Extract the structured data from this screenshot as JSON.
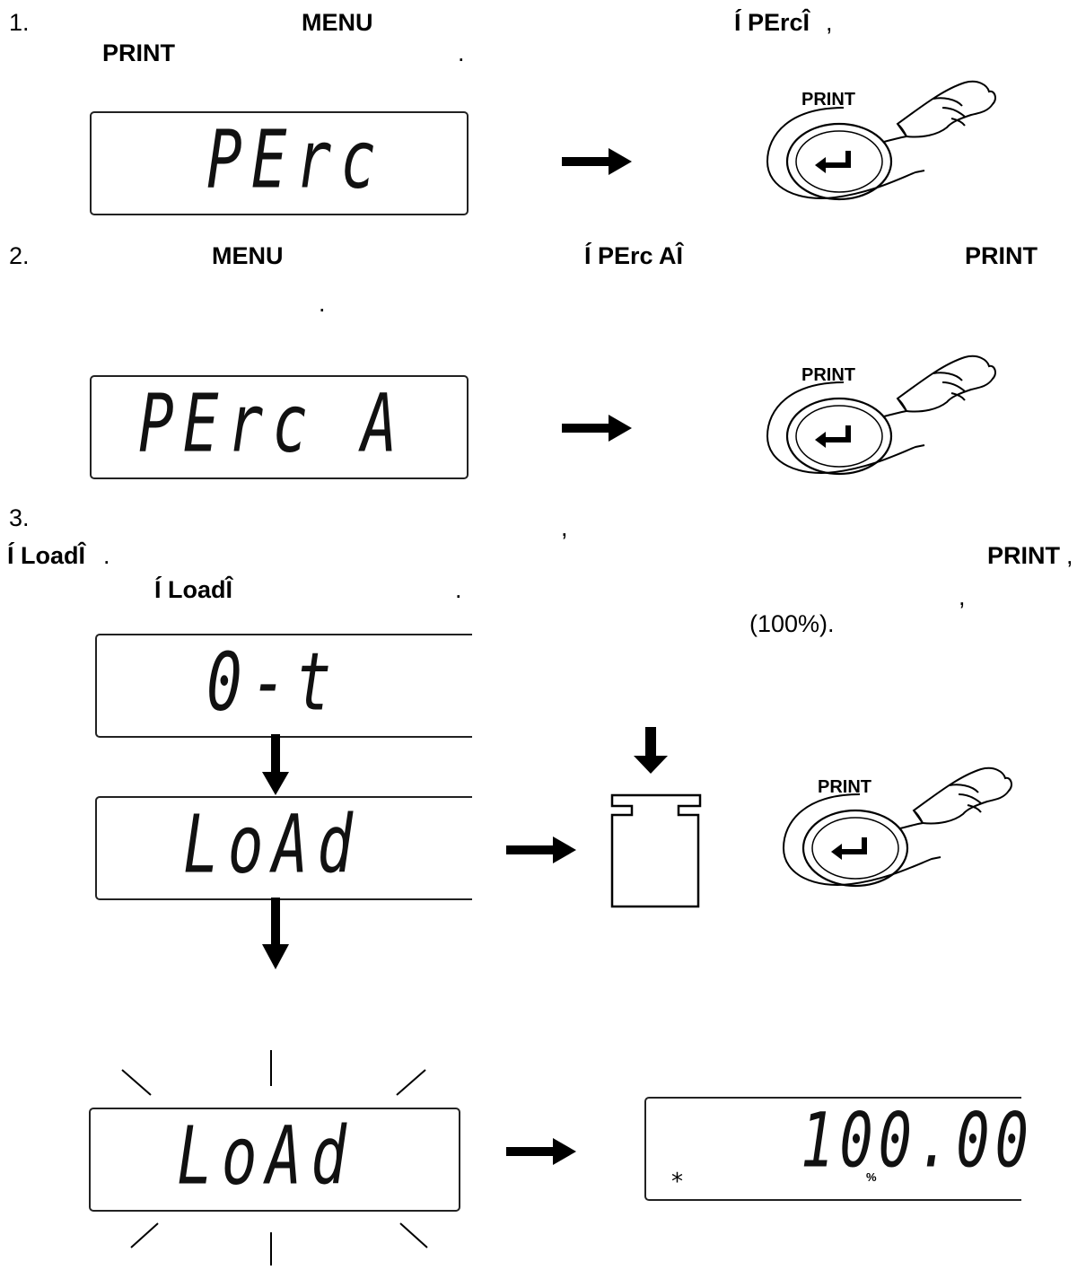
{
  "step1": {
    "num": "1.",
    "menu": "MENU",
    "code": "Í PErcÎ",
    "comma": ",",
    "print": "PRINT",
    "period": "."
  },
  "step2": {
    "num": "2.",
    "menu": "MENU",
    "code": "Í PErc AÎ",
    "print": "PRINT",
    "period": "."
  },
  "step3": {
    "num": "3.",
    "comma1": ",",
    "load1": "Í LoadÎ",
    "period1": ".",
    "print": "PRINT",
    "comma2": ",",
    "load2": "Í LoadÎ",
    "period2": ".",
    "comma3": ",",
    "percent": "(100%)."
  },
  "displays": {
    "perc": "PErc",
    "perc_a": "PErc A",
    "zero_tare": "0-t",
    "load": "LoAd",
    "load_flash": "LoAd",
    "result": "100.00",
    "result_unit": "%",
    "result_mark": "*"
  },
  "buttons": {
    "print_label": "PRINT"
  }
}
